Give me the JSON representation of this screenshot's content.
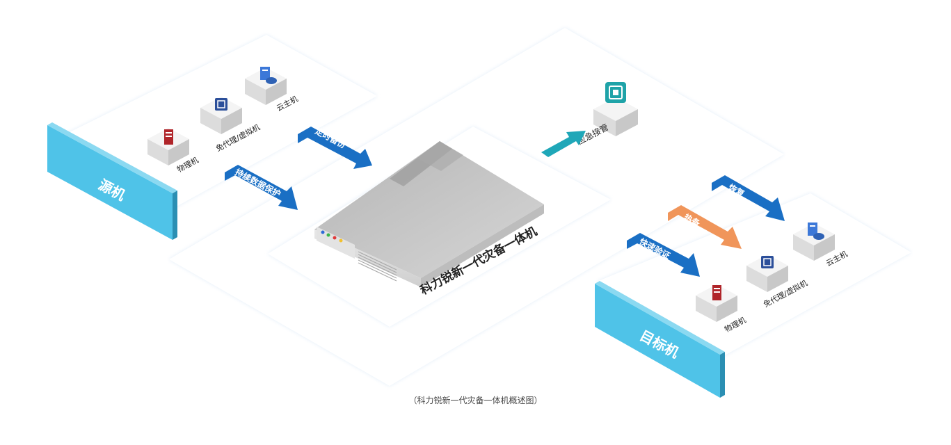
{
  "source": {
    "label": "源机",
    "items": [
      {
        "label": "物理机",
        "icon": "physical-server-icon"
      },
      {
        "label": "免代理/虚拟机",
        "icon": "virtual-machine-icon"
      },
      {
        "label": "云主机",
        "icon": "cloud-host-icon"
      }
    ]
  },
  "target": {
    "label": "目标机",
    "items": [
      {
        "label": "物理机",
        "icon": "physical-server-icon"
      },
      {
        "label": "免代理/虚拟机",
        "icon": "virtual-machine-icon"
      },
      {
        "label": "云主机",
        "icon": "cloud-host-icon"
      }
    ]
  },
  "appliance": {
    "label": "科力锐新一代灾备一体机"
  },
  "takeover": {
    "label": "应急接管",
    "icon": "takeover-icon"
  },
  "arrows": {
    "scheduled_backup": "定时备份",
    "continuous_protection": "持续数据保护",
    "restore": "恢复",
    "hot_standby": "热备",
    "quick_verify": "快速验证"
  },
  "caption": "（科力锐新一代灾备一体机概述图）",
  "colors": {
    "panel_cyan": "#4fc3e8",
    "arrow_blue": "#1a6fc4",
    "arrow_orange": "#f0955a",
    "arrow_teal": "#1fa7b8",
    "server_red": "#b0252a",
    "vm_blue": "#2c4f9a",
    "cloud_blue": "#3c78d8",
    "takeover_teal": "#1fa3a8"
  }
}
